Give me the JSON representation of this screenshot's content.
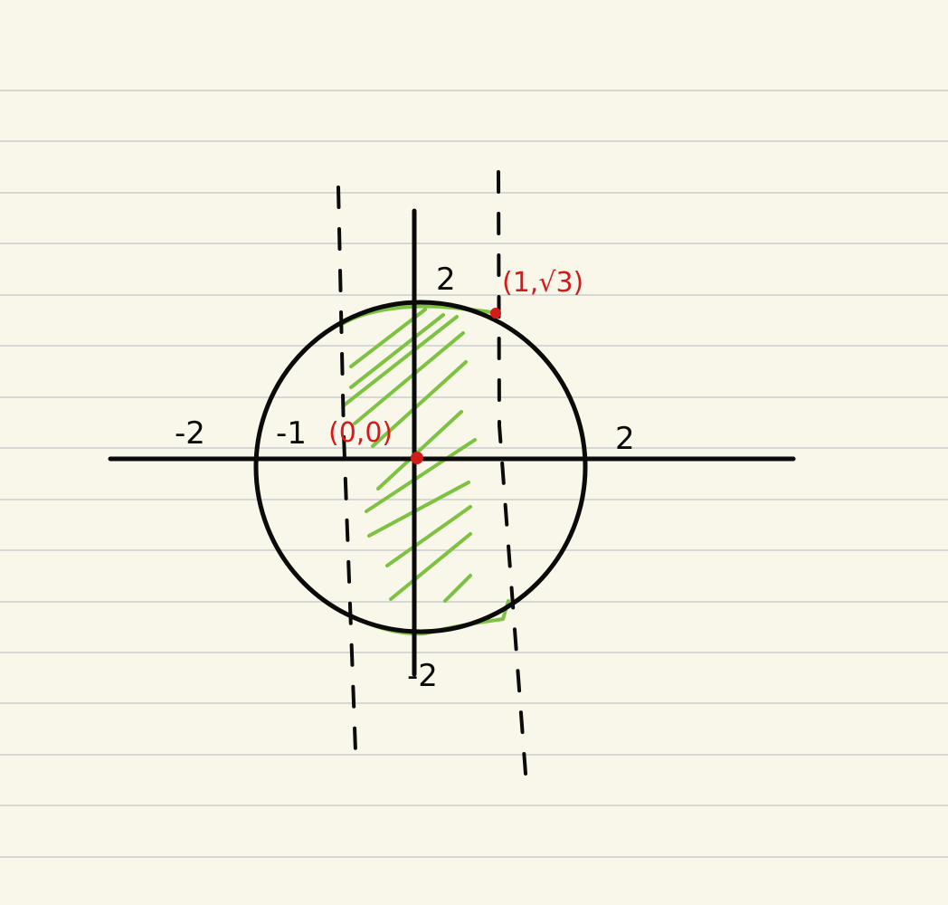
{
  "colors": {
    "paper": "#f9f6ea",
    "rule": "#d7d7d3",
    "ink": "#0b0b0b",
    "accent_red": "#d21b1b",
    "shade_green": "#7dc241"
  },
  "labels": {
    "y_top": "2",
    "y_bottom": "-2",
    "x_left": "-2",
    "x_minus_one": "-1",
    "x_right": "2",
    "origin": "(0,0)",
    "point": "(1,√3)"
  }
}
